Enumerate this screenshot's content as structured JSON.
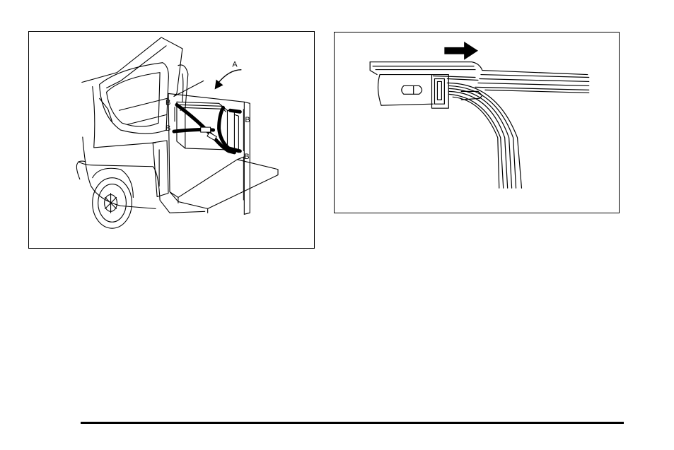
{
  "figures": [
    {
      "callouts": {
        "a": "A",
        "b1": "B",
        "b2": "B",
        "b3": "B",
        "b4": "B"
      }
    },
    {
      "arrow_direction": "right"
    }
  ],
  "colors": {
    "line": "#000000",
    "background": "#ffffff"
  }
}
